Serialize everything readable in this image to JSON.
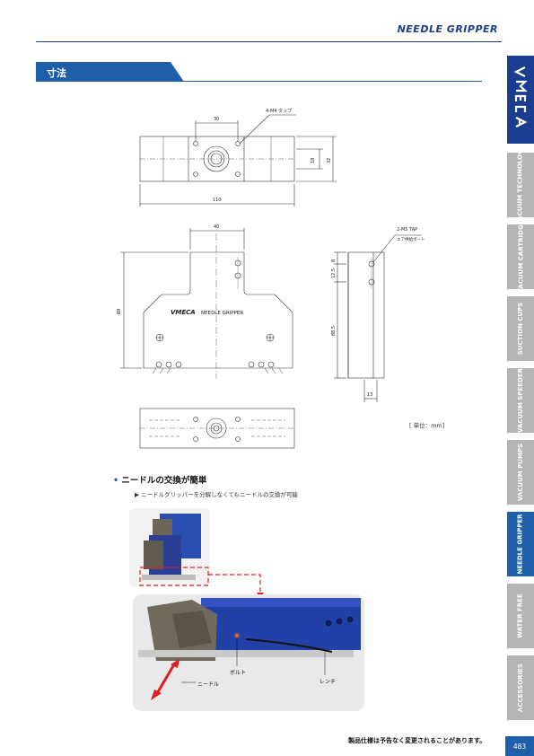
{
  "header": {
    "title": "NEEDLE  GRIPPER"
  },
  "section": {
    "title": "寸法"
  },
  "drawing": {
    "dims": {
      "top_30": "30",
      "top_tap": "4-M4 タップ",
      "top_18": "18",
      "top_32": "32",
      "top_110": "110",
      "front_40": "40",
      "front_89": "89",
      "side_tap": "2-M5 TAP",
      "side_port": "エア供給ポート",
      "side_125": "12.5",
      "side_8": "8",
      "side_885": "88.5",
      "side_13": "13"
    },
    "body_logo": "VMECA",
    "body_text": "NEEDLE  GRIPPER",
    "unit": "[ 単位：mm]"
  },
  "feature": {
    "bullet": "•",
    "title": "ニードルの交換が簡単",
    "arrow": "▶",
    "desc": "ニードルグリッパーを分解しなくてもニードルの交換が可能"
  },
  "photo": {
    "bolt": "ボルト",
    "wrench": "レンチ",
    "needle": "ニードル"
  },
  "tabs": [
    {
      "label": "VACUUM TECHNOLOGY",
      "active": false
    },
    {
      "label": "VACUUM CARTRIDGE",
      "active": false
    },
    {
      "label": "SUCTION CUPS",
      "active": false
    },
    {
      "label": "VACUUM SPEEDER",
      "active": false
    },
    {
      "label": "VACUUM PUMPS",
      "active": false
    },
    {
      "label": "NEEDLE GRIPPER",
      "active": true
    },
    {
      "label": "WATER FREE",
      "active": false
    },
    {
      "label": "ACCESSORIES",
      "active": false
    }
  ],
  "brand": "VMECA",
  "footer": {
    "note": "製品仕様は予告なく変更されることがあります。",
    "page": "483"
  },
  "colors": {
    "accent": "#1f5fa8",
    "brand": "#1a3d8f",
    "tab_gray": "#b4b4b4"
  }
}
